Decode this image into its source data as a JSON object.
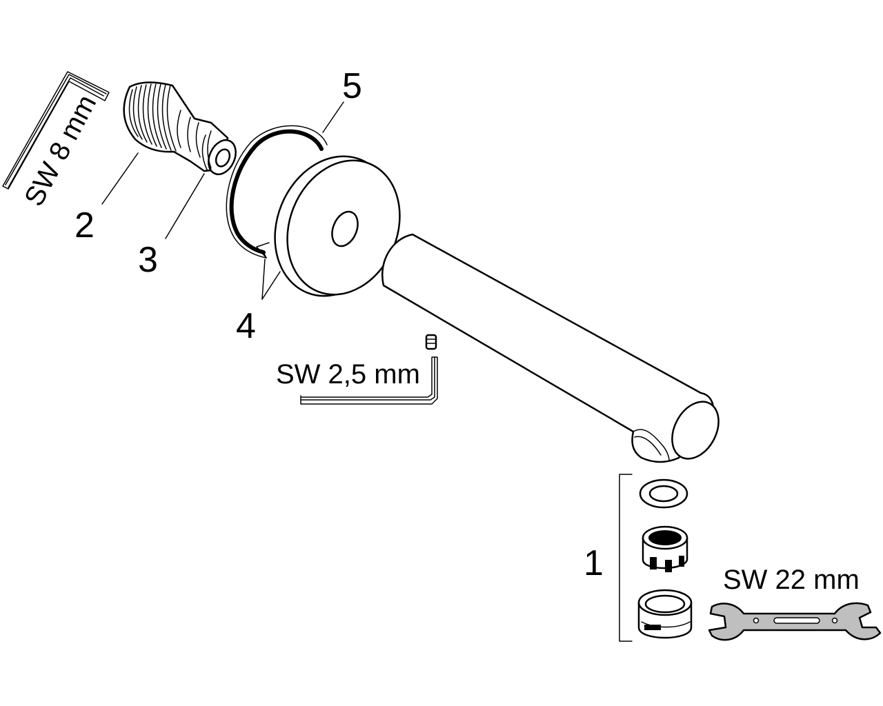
{
  "callouts": {
    "c1": "1",
    "c2": "2",
    "c3": "3",
    "c4": "4",
    "c5": "5"
  },
  "tools": {
    "hex_key_large": "SW 8 mm",
    "hex_key_small": "SW 2,5 mm",
    "spanner": "SW 22 mm"
  },
  "colors": {
    "line": "#000000",
    "background": "#ffffff",
    "spanner_fill": "#bfbfbf"
  }
}
